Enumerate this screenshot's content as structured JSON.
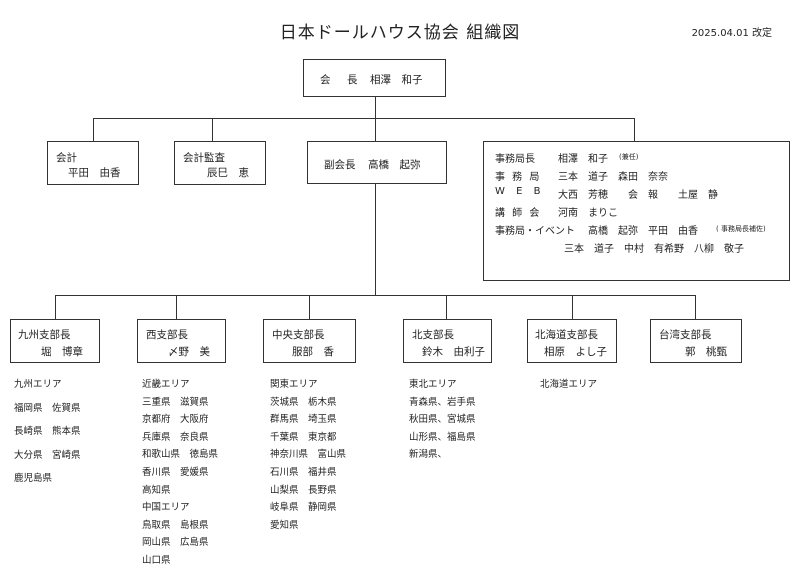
{
  "header": {
    "title": "日本ドールハウス協会 組織図",
    "date": "2025.04.01 改定"
  },
  "president": {
    "role": "会　長",
    "name": "相澤　和子"
  },
  "accounting": {
    "role": "会計",
    "name": "平田　由香"
  },
  "audit": {
    "role": "会計監査",
    "name": "辰巳　恵"
  },
  "vice_president": {
    "role": "副会長",
    "name": "高橋　起弥"
  },
  "secretariat": {
    "rows": [
      {
        "role": "事務局長",
        "names": "相澤　和子",
        "note": "(兼任)"
      },
      {
        "role": "事 務 局",
        "names": "三本　道子　森田　奈奈",
        "note": ""
      },
      {
        "role": "W E B",
        "names": "大西　芳穂　　会　報　　土屋　静",
        "note": ""
      },
      {
        "role": "講 師 会",
        "names": "河南　まりこ",
        "note": ""
      },
      {
        "role": "事務局・イベント",
        "names": "高橋　起弥　平田　由香",
        "note": "( 事務局長補佐)"
      },
      {
        "role": "",
        "names": "三本　道子　中村　有希野　八柳　敬子",
        "note": ""
      }
    ]
  },
  "branches": [
    {
      "title": "九州支部長",
      "name": "堀　博章",
      "areas": [
        "九州エリア",
        "",
        "福岡県　佐賀県",
        "",
        "長崎県　熊本県",
        "",
        "大分県　宮崎県",
        "",
        "鹿児島県"
      ]
    },
    {
      "title": "西支部長",
      "name": "〆野　美",
      "areas": [
        "近畿エリア",
        "三重県　滋賀県",
        "京都府　大阪府",
        "兵庫県　奈良県",
        "和歌山県　徳島県",
        "香川県　愛媛県",
        "高知県",
        "中国エリア",
        "鳥取県　島根県",
        "岡山県　広島県",
        "山口県"
      ]
    },
    {
      "title": "中央支部長",
      "name": "服部　香",
      "areas": [
        "関東エリア",
        "茨城県　栃木県",
        "群馬県　埼玉県",
        "千葉県　東京都",
        "神奈川県　富山県",
        "石川県　福井県",
        "山梨県　長野県",
        "岐阜県　静岡県",
        "愛知県"
      ]
    },
    {
      "title": "北支部長",
      "name": "鈴木　由利子",
      "areas": [
        "東北エリア",
        "青森県、岩手県",
        "秋田県、宮城県",
        "山形県、福島県",
        "新潟県、"
      ]
    },
    {
      "title": "北海道支部長",
      "name": "相原　よし子",
      "areas": [
        "北海道エリア"
      ]
    },
    {
      "title": "台湾支部長",
      "name": "郭　桃甄",
      "areas": []
    }
  ]
}
